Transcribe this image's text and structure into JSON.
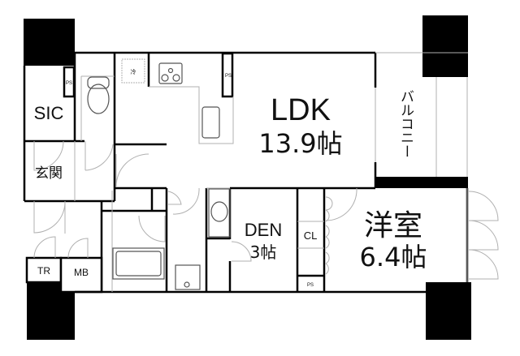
{
  "plan": {
    "rooms": {
      "ldk": {
        "name": "LDK",
        "size": "13.9帖"
      },
      "western": {
        "name": "洋室",
        "size": "6.4帖"
      },
      "den": {
        "name": "DEN",
        "size": "3帖"
      },
      "sic": {
        "name": "SIC"
      },
      "entrance": {
        "name": "玄関"
      },
      "balcony": {
        "name": "バルコニー"
      },
      "closet": {
        "name": "CL"
      },
      "tr": {
        "name": "TR"
      },
      "mb": {
        "name": "MB"
      }
    },
    "ps_labels": [
      "PS",
      "PS",
      "PS"
    ],
    "refrigerator_mark": "冷"
  },
  "colors": {
    "wall": "#000000",
    "thin": "#b0b0b0",
    "fixture": "#555555"
  }
}
